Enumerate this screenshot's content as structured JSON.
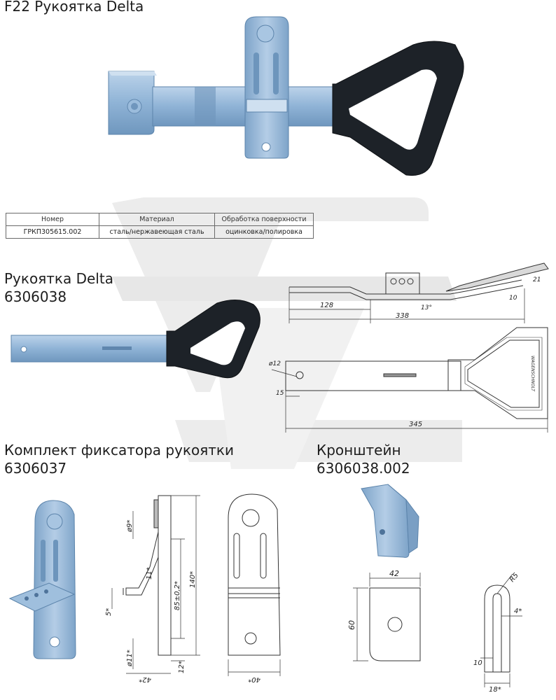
{
  "titles": {
    "f22": "F22 Рукоятка Delta",
    "delta_line1": "Рукоятка Delta",
    "delta_line2": "6306038",
    "kit_line1": "Комплект фиксатора рукоятки",
    "kit_line2": "6306037",
    "bracket_line1": "Кронштейн",
    "bracket_line2": "6306038.002"
  },
  "spec_table": {
    "headers": [
      "Номер",
      "Материал",
      "Обработка поверхности"
    ],
    "row": [
      "ГРКП305615.002",
      "сталь/нержавеющая сталь",
      "оцинковка/полировка"
    ]
  },
  "dimensions": {
    "handle_side": [
      "128",
      "338",
      "21",
      "10",
      "13°"
    ],
    "handle_top": [
      "ø12",
      "15",
      "345"
    ],
    "kit": [
      "ø9*",
      "11*",
      "5*",
      "85±0,2*",
      "140*",
      "ø11*",
      "12*",
      "42*",
      "40*"
    ],
    "bracket": [
      "42",
      "60",
      "R5",
      "4*",
      "10",
      "18*"
    ]
  },
  "handle_marking": "WAGENSCHNOLT",
  "colors": {
    "steel": "#8fb3d6",
    "steel_dark": "#5f86ad",
    "steel_light": "#b9d0e6",
    "grip": "#1b1f24",
    "watermark": "#e4e4e4",
    "line": "#333333"
  }
}
